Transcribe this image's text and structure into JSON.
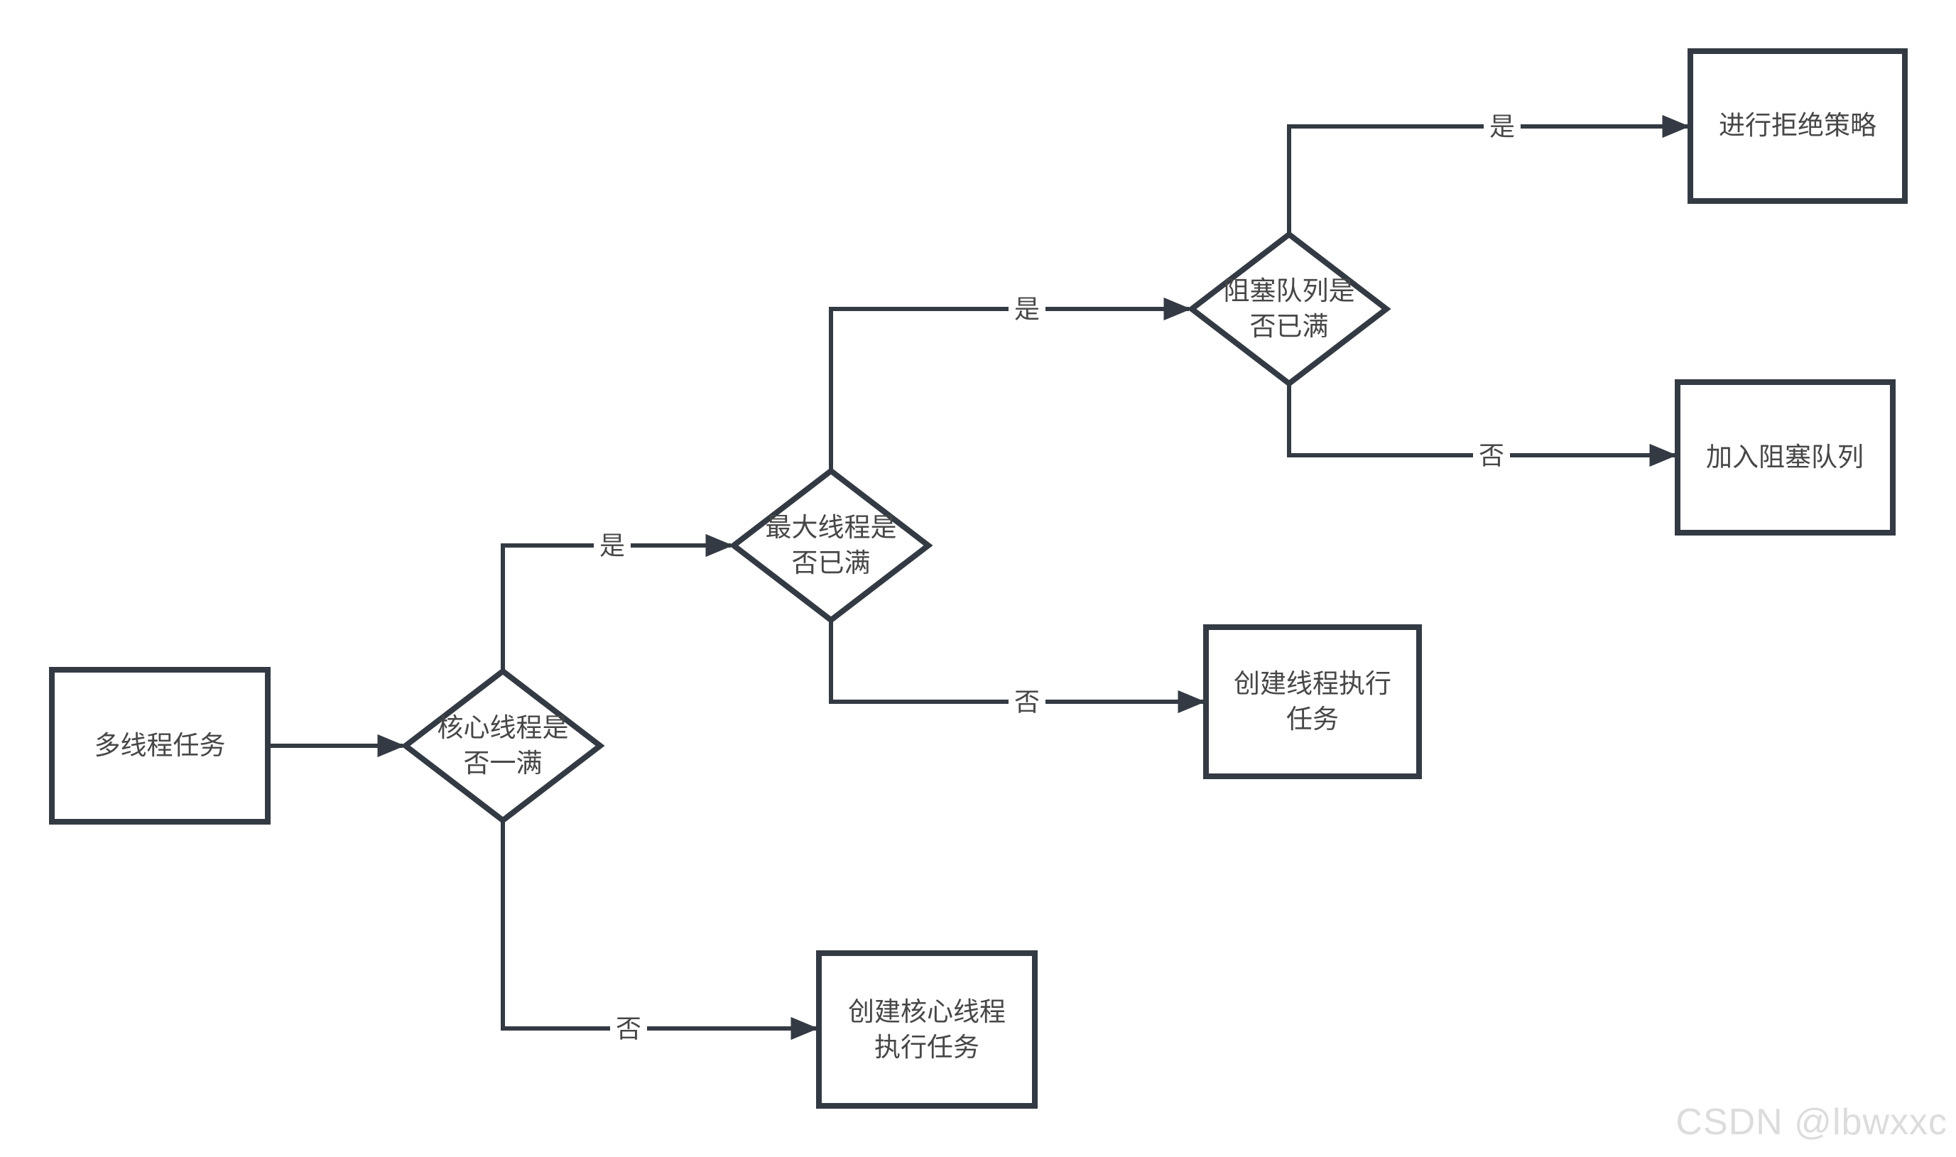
{
  "nodes": {
    "start": {
      "label": "多线程任务",
      "type": "process"
    },
    "core_full": {
      "label": "核心线程是\n否一满",
      "type": "decision"
    },
    "max_full": {
      "label": "最大线程是\n否已满",
      "type": "decision"
    },
    "queue_full": {
      "label": "阻塞队列是\n否已满",
      "type": "decision"
    },
    "reject": {
      "label": "进行拒绝策略",
      "type": "process"
    },
    "enqueue": {
      "label": "加入阻塞队列",
      "type": "process"
    },
    "create_thread": {
      "label": "创建线程执行\n任务",
      "type": "process"
    },
    "create_core_thread": {
      "label": "创建核心线程\n执行任务",
      "type": "process"
    }
  },
  "edge_labels": {
    "core_yes": "是",
    "core_no": "否",
    "max_yes": "是",
    "max_no": "否",
    "queue_yes": "是",
    "queue_no": "否"
  },
  "watermark": "CSDN @lbwxxc",
  "colors": {
    "stroke": "#333a43",
    "node_text": "#474747",
    "watermark": "#dcdcdc",
    "background": "#ffffff"
  }
}
